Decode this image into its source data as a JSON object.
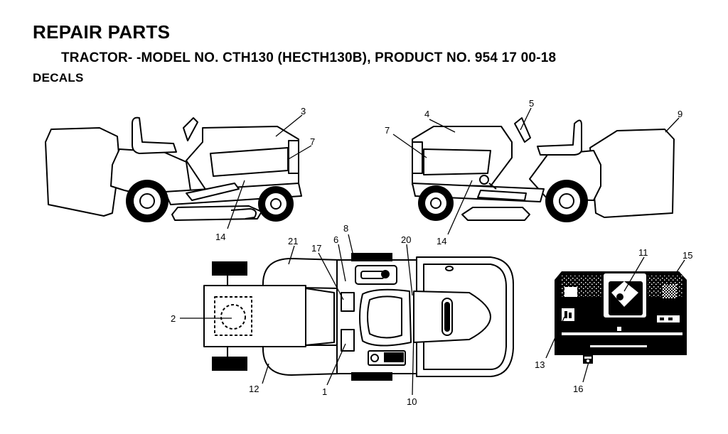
{
  "header": {
    "title": "REPAIR PARTS",
    "subtitle": "TRACTOR- -MODEL NO. CTH130 (HECTH130B), PRODUCT NO. 954 17 00-18",
    "section": "DECALS"
  },
  "callouts": {
    "c1": "1",
    "c2": "2",
    "c3": "3",
    "c4": "4",
    "c5": "5",
    "c6": "6",
    "c7_left": "7",
    "c7_right": "7",
    "c8": "8",
    "c9": "9",
    "c10": "10",
    "c11": "11",
    "c12": "12",
    "c13": "13",
    "c14_left": "14",
    "c14_right": "14",
    "c15": "15",
    "c16": "16",
    "c17": "17",
    "c20": "20",
    "c21": "21"
  }
}
